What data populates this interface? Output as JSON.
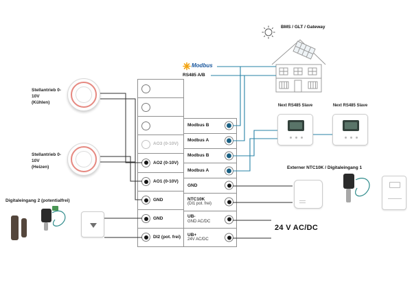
{
  "colors": {
    "modbus_line_blue": "#2580a5",
    "terminal_dot_blue": "#185f82",
    "terminal_dot_black": "#161616",
    "modbus_logo_orange": "#f2a413",
    "modbus_logo_blue": "#17559c",
    "actuator_ring_red": "#dd6055"
  },
  "top": {
    "modbus_logo": "Modbus",
    "rs485_label": "RS485 A/B",
    "bms_label": "BMS / GLT / Gateway"
  },
  "left": {
    "actuator_cool": {
      "line1": "Stellantrieb 0-10V",
      "line2": "(Kühlen)"
    },
    "actuator_heat": {
      "line1": "Stellantrieb 0-10V",
      "line2": "(Heizen)"
    },
    "digital_input": "Digitaleingang 2 (potentialfrei)"
  },
  "right": {
    "slave1_label": "Next RS485 Slave",
    "slave2_label": "Next RS485 Slave",
    "ntc_label": "Externer NTC10K / Digitaleingang 1",
    "power_label": "24 V AC/DC"
  },
  "block": {
    "left": [
      {
        "label": ""
      },
      {
        "label": ""
      },
      {
        "label": ""
      },
      {
        "label": "AO3 (0-10V)"
      },
      {
        "label": "AO2 (0-10V)"
      },
      {
        "label": "AO1 (0-10V)"
      },
      {
        "label": "GND"
      },
      {
        "label": "GND"
      },
      {
        "label": "DI2 (pot. frei)"
      }
    ],
    "right": [
      {
        "label": "Modbus B"
      },
      {
        "label": "Modbus A"
      },
      {
        "label": "Modbus B"
      },
      {
        "label": "Modbus A"
      },
      {
        "label": "GND"
      },
      {
        "label": "NTC10K",
        "sub": "(DI1 pot. frei)"
      },
      {
        "label": "UB-",
        "sub": "GND AC/DC"
      },
      {
        "label": "UB+",
        "sub": "24V AC/DC"
      }
    ]
  }
}
